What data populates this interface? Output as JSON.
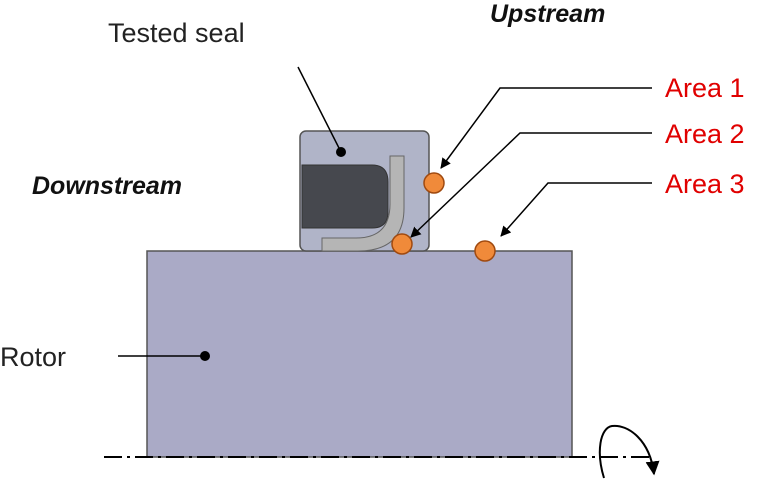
{
  "labels": {
    "tested_seal": "Tested seal",
    "upstream": "Upstream",
    "downstream": "Downstream",
    "rotor": "Rotor"
  },
  "areas": [
    {
      "label": "Area 1"
    },
    {
      "label": "Area 2"
    },
    {
      "label": "Area 3"
    }
  ],
  "colors": {
    "rotor": "#aaaac6",
    "seal_housing": "#b0b4c8",
    "seal_dark": "#46484e",
    "seal_lip": "#b5b5b5",
    "marker": "#f08a3a",
    "area_text": "#e00000"
  },
  "icons": [
    "rotation-arrow-icon",
    "axis-centerline"
  ]
}
